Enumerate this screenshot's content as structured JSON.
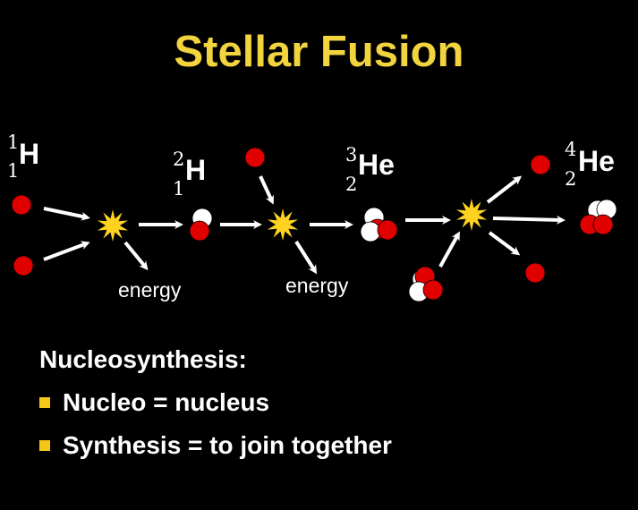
{
  "title": "Stellar Fusion",
  "colors": {
    "background": "#000000",
    "title": "#F2D43E",
    "proton": "#E00000",
    "neutron": "#FFFFFF",
    "burst": "#FFD21F",
    "text": "#FFFFFF",
    "bullet": "#F5C518"
  },
  "isotopes": [
    {
      "symbol": "H",
      "mass": "1",
      "atomic": "1"
    },
    {
      "symbol": "H",
      "mass": "2",
      "atomic": "1"
    },
    {
      "symbol": "He",
      "mass": "3",
      "atomic": "2"
    },
    {
      "symbol": "He",
      "mass": "4",
      "atomic": "2"
    }
  ],
  "energy_labels": [
    "energy",
    "energy"
  ],
  "definitions": {
    "heading": "Nucleosynthesis:",
    "items": [
      "Nucleo = nucleus",
      "Synthesis = to join together"
    ]
  },
  "icons": [
    "proton-icon",
    "neutron-icon",
    "energy-burst-icon",
    "arrow-icon"
  ]
}
